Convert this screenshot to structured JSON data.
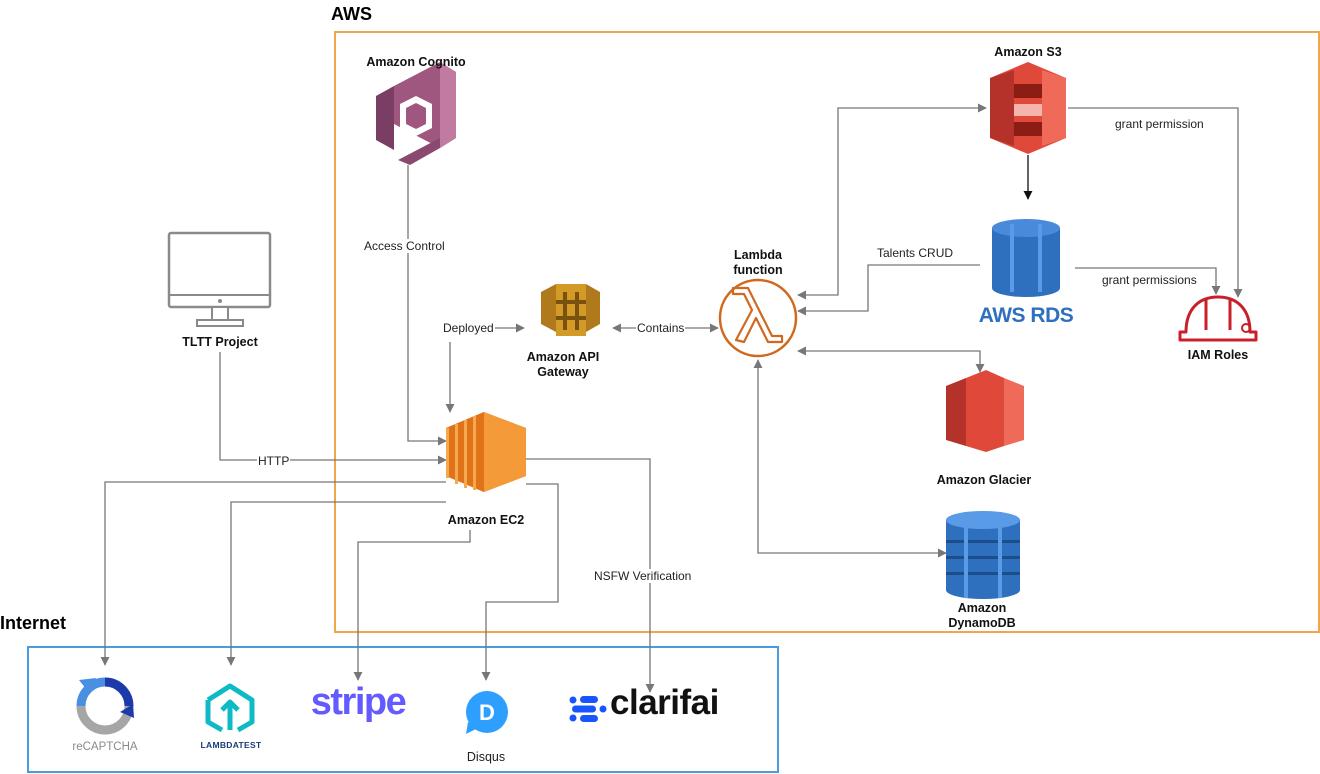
{
  "regions": {
    "aws": {
      "title": "AWS",
      "border_color": "#F0A64A"
    },
    "internet": {
      "title": "Internet",
      "border_color": "#4A9BE0"
    }
  },
  "nodes": {
    "cognito": "Amazon Cognito",
    "tltt": "TLTT Project",
    "api_gateway": "Amazon API\nGateway",
    "lambda": "Lambda\nfunction",
    "ec2": "Amazon EC2",
    "s3": "Amazon S3",
    "rds": "AWS RDS",
    "iam": "IAM Roles",
    "glacier": "Amazon Glacier",
    "dynamodb": "Amazon\nDynamoDB"
  },
  "edges": {
    "access_control": "Access Control",
    "deployed": "Deployed",
    "contains": "Contains",
    "talents_crud": "Talents CRUD",
    "grant_permission": "grant permission",
    "grant_permissions": "grant permissions",
    "http": "HTTP",
    "nsfw": "NSFW Verification"
  },
  "services": {
    "recaptcha": "reCAPTCHA",
    "lambdatest": "LAMBDATEST",
    "stripe": "stripe",
    "disqus": "Disqus",
    "clarifai": "clarifai"
  },
  "colors": {
    "cognito": "#A0577F",
    "api_gateway": "#D49A28",
    "lambda": "#D0691F",
    "ec2": "#F08A22",
    "s3": "#E0483A",
    "rds": "#2E6FBE",
    "iam": "#C8202A",
    "glacier": "#E0483A",
    "dynamodb": "#2E6FBE",
    "stripe": "#635BFF",
    "disqus": "#2E9FFF",
    "clarifai": "#1955FF",
    "lambdatest": "#0EBAC5",
    "edge": "#777777"
  },
  "icons": [
    "cognito-icon",
    "monitor-icon",
    "api-gateway-icon",
    "lambda-icon",
    "ec2-icon",
    "s3-icon",
    "rds-icon",
    "iam-helmet-icon",
    "glacier-icon",
    "dynamodb-icon",
    "recaptcha-icon",
    "lambdatest-icon",
    "stripe-logo",
    "disqus-icon",
    "clarifai-logo"
  ]
}
